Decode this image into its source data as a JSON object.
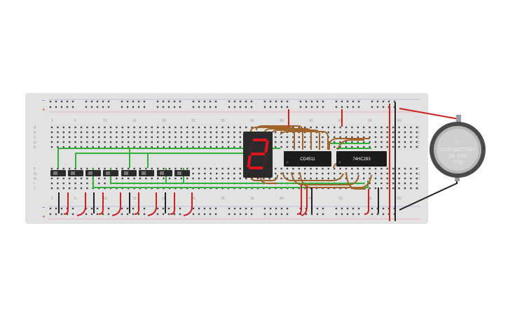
{
  "colors": {
    "board": "#e2e2e2",
    "hole": "#4a4a4a",
    "rail_red": "#d9342b",
    "rail_blue": "#3a5fcd",
    "wire_green": "#31b33b",
    "wire_red": "#d11f1f",
    "wire_black": "#222222",
    "wire_brown": "#a0632a",
    "chip": "#1b1b1b",
    "display_body": "#2a2a2a",
    "segment_on": "#e0141e",
    "segment_off": "#3a2a2a"
  },
  "breadboard": {
    "column_labels": [
      "1",
      "5",
      "10",
      "15",
      "20",
      "25",
      "30",
      "35",
      "40",
      "45",
      "50",
      "55",
      "60"
    ],
    "row_labels_top": [
      "A",
      "B",
      "C",
      "D",
      "E"
    ],
    "row_labels_bottom": [
      "F",
      "G",
      "H",
      "I",
      "J"
    ],
    "rail_plus": "+",
    "rail_minus": "−"
  },
  "chips": [
    {
      "id": "decoder",
      "label": "CD4511"
    },
    {
      "id": "adder",
      "label": "74HC283"
    }
  ],
  "display": {
    "digit": "2",
    "lit_segments": [
      "a",
      "b",
      "g",
      "e",
      "d"
    ]
  },
  "battery": {
    "line1": "COIN BATTERY",
    "line2": "CR 2032",
    "line3": "3.0V",
    "plus_sign": "+"
  },
  "switches": {
    "count": 8,
    "icon": "slide-switch-icon"
  }
}
